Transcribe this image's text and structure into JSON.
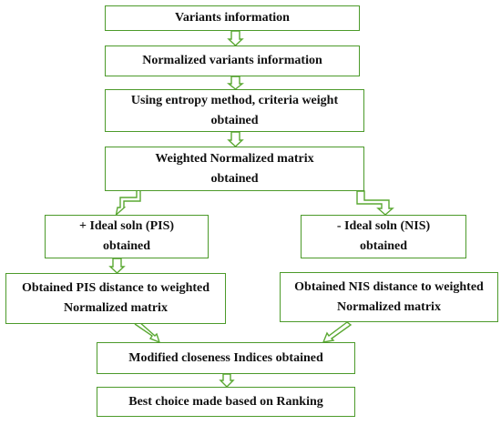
{
  "colors": {
    "border": "#4c9a2a",
    "arrow": "#5aa832",
    "text": "#111111"
  },
  "steps": {
    "variants": "Variants information",
    "normalized": "Normalized variants information",
    "entropy": "Using entropy method, criteria weight obtained",
    "weighted": "Weighted Normalized matrix obtained",
    "pis": "+ Ideal soln (PIS) obtained",
    "nis": "- Ideal soln (NIS) obtained",
    "pis_distance": "Obtained PIS distance to weighted Normalized matrix",
    "nis_distance": "Obtained NIS distance to weighted Normalized matrix",
    "closeness": "Modified closeness Indices obtained",
    "ranking": "Best choice made based on Ranking"
  }
}
